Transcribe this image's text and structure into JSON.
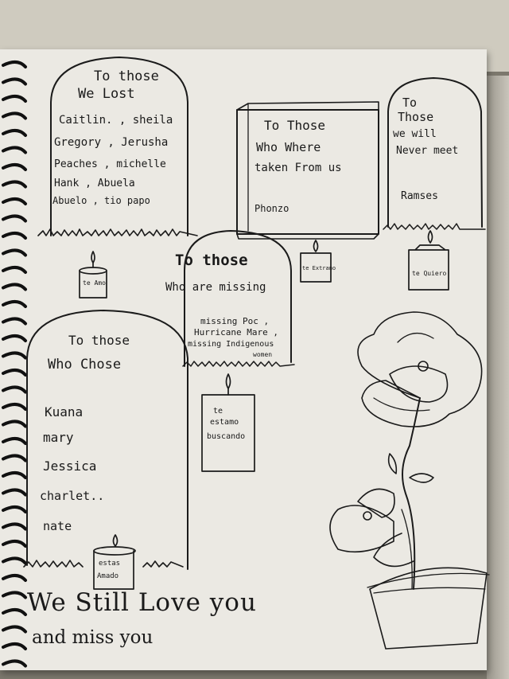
{
  "stones": {
    "lost": {
      "heading": [
        "To those",
        "We Lost"
      ],
      "names": [
        "Caitlin. , sheila",
        "Gregory , Jerusha",
        "Peaches , michelle",
        "Hank , Abuela",
        "Abuelo , tio papo"
      ]
    },
    "taken": {
      "heading": [
        "To Those",
        "Who Where",
        "taken From us"
      ],
      "names": [
        "Phonzo"
      ]
    },
    "never": {
      "heading": [
        "To",
        "Those",
        "we will",
        "Never meet"
      ],
      "names": [
        "Ramses"
      ]
    },
    "missing": {
      "heading": [
        "To those",
        "Who are missing"
      ],
      "names": [
        "missing Poc ,",
        "Hurricane Mare ,",
        "missing Indigenous",
        "women"
      ]
    },
    "chose": {
      "heading": [
        "To those",
        "Who Chose"
      ],
      "names": [
        "Kuana",
        "mary",
        "Jessica",
        "charlet..",
        "nate"
      ]
    }
  },
  "candles": {
    "lost": "te Amo",
    "taken": "te Extrano",
    "never": "te Quiero",
    "missing": [
      "te",
      "estamo",
      "buscando"
    ],
    "chose": [
      "estas",
      "Amado"
    ]
  },
  "message": [
    "We Still Love you",
    "and miss you"
  ]
}
